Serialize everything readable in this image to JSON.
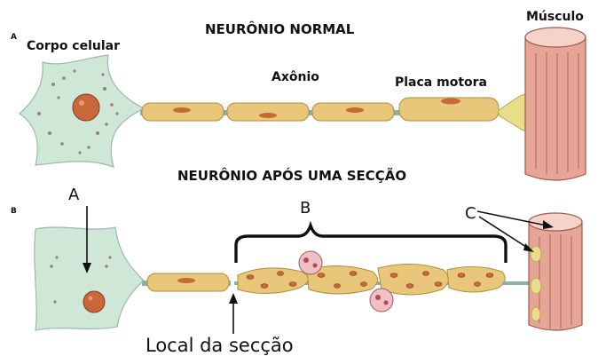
{
  "panel_a": {
    "letter": "A",
    "title": "NEURÔNIO NORMAL",
    "labels": {
      "cell_body": "Corpo celular",
      "axon": "Axônio",
      "motor_plate": "Placa motora",
      "muscle": "Músculo"
    }
  },
  "panel_b": {
    "letter": "B",
    "title": "NEURÔNIO APÓS UMA SECÇÃO",
    "markers": {
      "a": "A",
      "b": "B",
      "c": "C"
    },
    "section_label": "Local da secção"
  },
  "colors": {
    "cell_fill": "#cfe7d6",
    "nucleus": "#c8663c",
    "axon_fill": "#e8c77a",
    "axon_line": "#8fb0a8",
    "muscle_fill": "#e6a596",
    "muscle_top": "#f6d3c8",
    "plate": "#eadd8a"
  }
}
